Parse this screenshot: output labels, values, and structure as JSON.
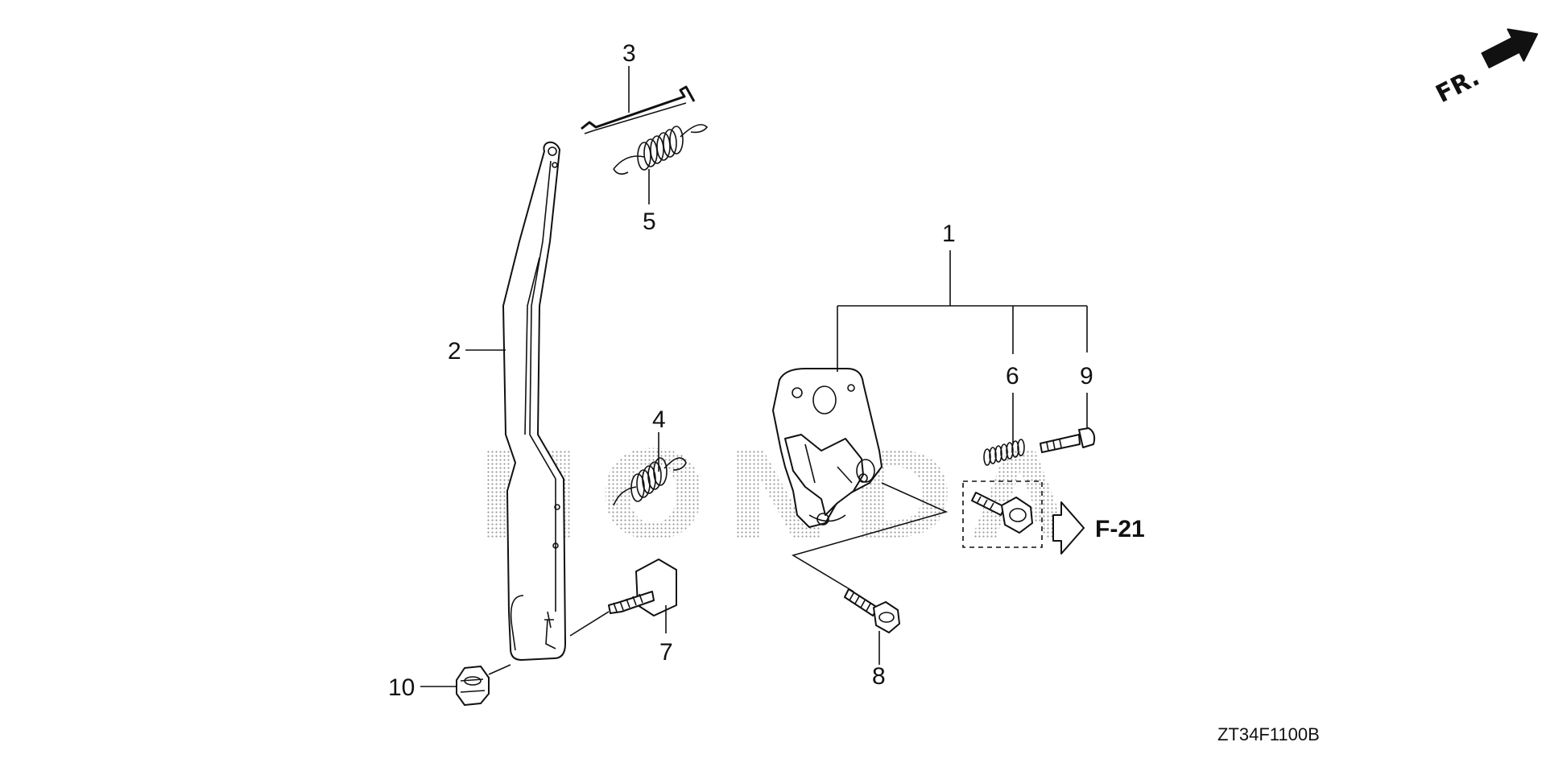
{
  "callouts": [
    {
      "id": "1",
      "label": "1"
    },
    {
      "id": "2",
      "label": "2"
    },
    {
      "id": "3",
      "label": "3"
    },
    {
      "id": "4",
      "label": "4"
    },
    {
      "id": "5",
      "label": "5"
    },
    {
      "id": "6",
      "label": "6"
    },
    {
      "id": "7",
      "label": "7"
    },
    {
      "id": "8",
      "label": "8"
    },
    {
      "id": "9",
      "label": "9"
    },
    {
      "id": "10",
      "label": "10"
    }
  ],
  "reference": {
    "label": "F-21"
  },
  "front_indicator": {
    "label": "FR."
  },
  "diagram_code": "ZT34F1100B",
  "watermark": {
    "text": "HONDA"
  },
  "icons": [
    "front-arrow-icon",
    "reference-arrow-icon"
  ]
}
